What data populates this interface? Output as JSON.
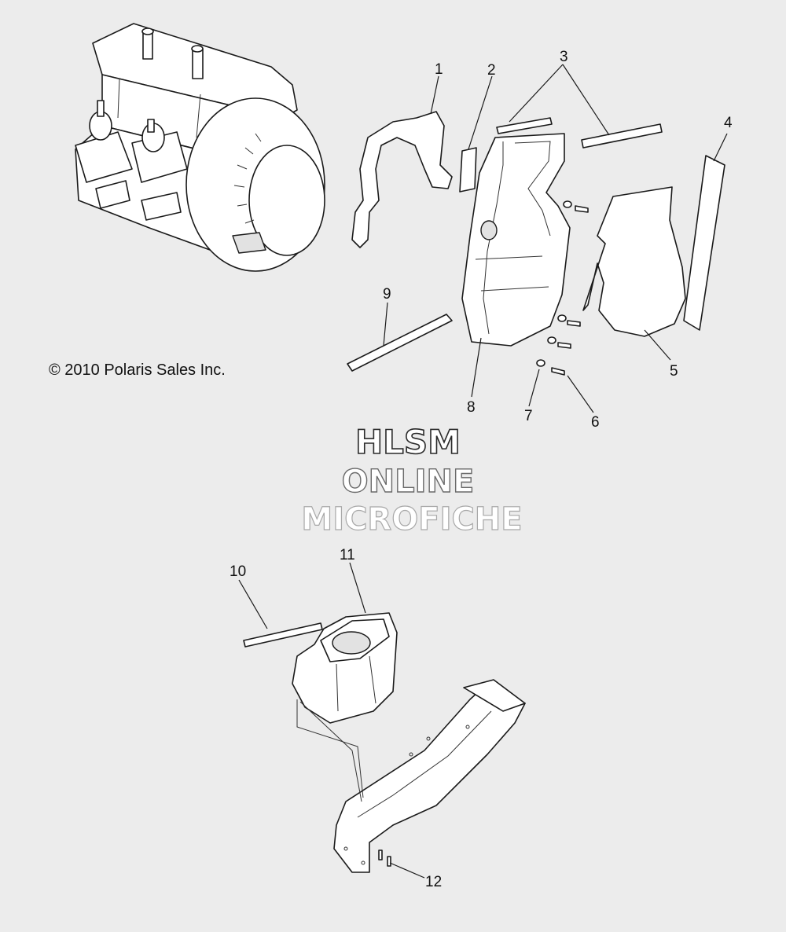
{
  "copyright": "© 2010 Polaris Sales Inc.",
  "watermark": {
    "line1": "HLSM",
    "line2": "ONLINE",
    "line3": "MICROFICHE",
    "colors": [
      "#2a2a2a",
      "#6a6a6a",
      "#a8a8a8"
    ]
  },
  "callouts": [
    "1",
    "2",
    "3",
    "4",
    "5",
    "6",
    "7",
    "8",
    "9",
    "10",
    "11",
    "12"
  ],
  "colors": {
    "background": "#ececec",
    "line": "#1a1a1a",
    "part_fill": "#ffffff"
  }
}
